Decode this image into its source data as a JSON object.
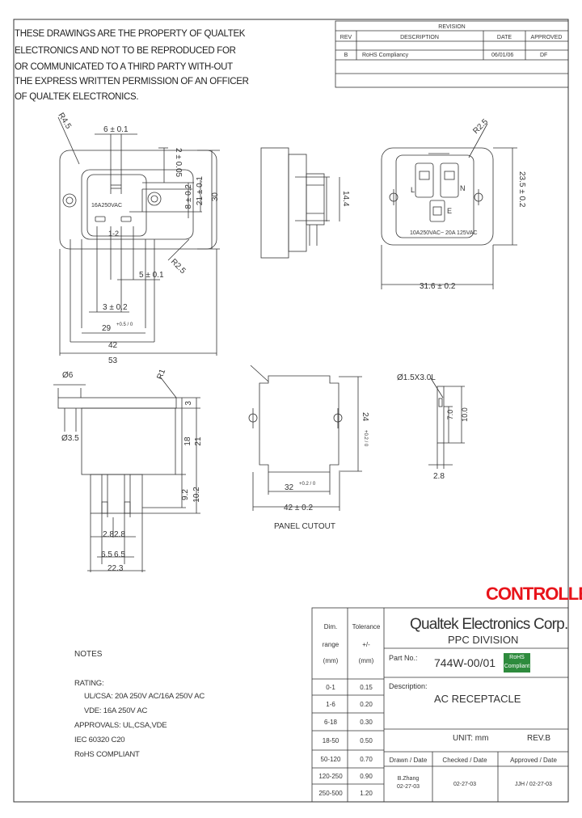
{
  "property_notice": [
    "THESE DRAWINGS ARE THE PROPERTY OF QUALTEK",
    "ELECTRONICS AND NOT TO BE REPRODUCED FOR",
    "OR COMMUNICATED TO A THIRD PARTY WITH-OUT",
    "THE EXPRESS WRITTEN PERMISSION OF AN OFFICER",
    "OF QUALTEK ELECTRONICS."
  ],
  "revision": {
    "title": "REVISION",
    "headers": [
      "REV",
      "DESCRIPTION",
      "DATE",
      "APPROVED"
    ],
    "rows": [
      {
        "rev": "B",
        "description": "RoHS Compliancy",
        "date": "06/01/06",
        "approved": "DF"
      }
    ]
  },
  "dims": {
    "top_6": "6 ± 0.1",
    "top_2": "2 ± 0.05",
    "top_8": "8 ± 0.2",
    "top_21": "21 ± 0.1",
    "top_30": "30",
    "top_5": "5 ± 0.1",
    "top_3": "3 ± 0.2",
    "top_29": "29",
    "top_29_tol": "+0.5 / 0",
    "top_42": "42",
    "top_53": "53",
    "r45": "R4.5",
    "r25_a": "R2.5",
    "r25_b": "R2.5",
    "side_14": "14.4",
    "right_23": "23.5 ± 0.2",
    "right_31": "31.6 ± 0.2",
    "marking_rating": "16A250VAC",
    "marking_pins": "1-2",
    "marking_ul": "10A250VAC~ 20A 125VAC",
    "label_l": "L",
    "label_n": "N",
    "label_e": "E",
    "bot_d6": "Ø6",
    "bot_d35": "Ø3.5",
    "bot_r1": "R1",
    "bot_3": "3",
    "bot_18": "18",
    "bot_21": "21",
    "bot_92": "9.2",
    "bot_102": "10.2",
    "bot_28a": "2.8",
    "bot_28b": "2.8",
    "bot_65a": "6.5",
    "bot_65b": "6.5",
    "bot_223": "22.3",
    "cut_24": "24",
    "cut_24_tol": "+0.2 / 0",
    "cut_32": "32",
    "cut_32_tol": "+0.2 / 0",
    "cut_42": "42 ± 0.2",
    "panel_cutout": "PANEL CUTOUT",
    "term_hole": "Ø1.5X3.0L",
    "term_70": "7.0",
    "term_100": "10.0",
    "term_28": "2.8"
  },
  "controlled": "CONTROLLED",
  "notes": {
    "title": "NOTES",
    "lines": [
      "RATING:",
      "UL/CSA:  20A 250V AC/16A 250V AC",
      "VDE:  16A 250V AC",
      "APPROVALS: UL,CSA,VDE",
      "IEC 60320 C20",
      "RoHS COMPLIANT"
    ]
  },
  "tolerance_table": {
    "h1": [
      "Dim.",
      "range",
      "(mm)"
    ],
    "h2": [
      "Tolerance",
      "+/-",
      "(mm)"
    ],
    "rows": [
      [
        "0-1",
        "0.15"
      ],
      [
        "1-6",
        "0.20"
      ],
      [
        "6-18",
        "0.30"
      ],
      [
        "18-50",
        "0.50"
      ],
      [
        "50-120",
        "0.70"
      ],
      [
        "120-250",
        "0.90"
      ],
      [
        "250-500",
        "1.20"
      ]
    ]
  },
  "title_block": {
    "company": "Qualtek Electronics Corp.",
    "division": "PPC DIVISION",
    "part_no_label": "Part No.:",
    "part_no": "744W-00/01",
    "rohs_badge": [
      "RoHS",
      "Compliant"
    ],
    "description_label": "Description:",
    "description": "AC RECEPTACLE",
    "unit": "UNIT: mm",
    "rev": "REV.B",
    "drawn_label": "Drawn / Date",
    "checked_label": "Checked / Date",
    "approved_label": "Approved / Date",
    "drawn_by": "B.Zhang",
    "drawn_date": "02-27-03",
    "checked_date": "02-27-03",
    "approved_value": "JJH / 02-27-03"
  }
}
